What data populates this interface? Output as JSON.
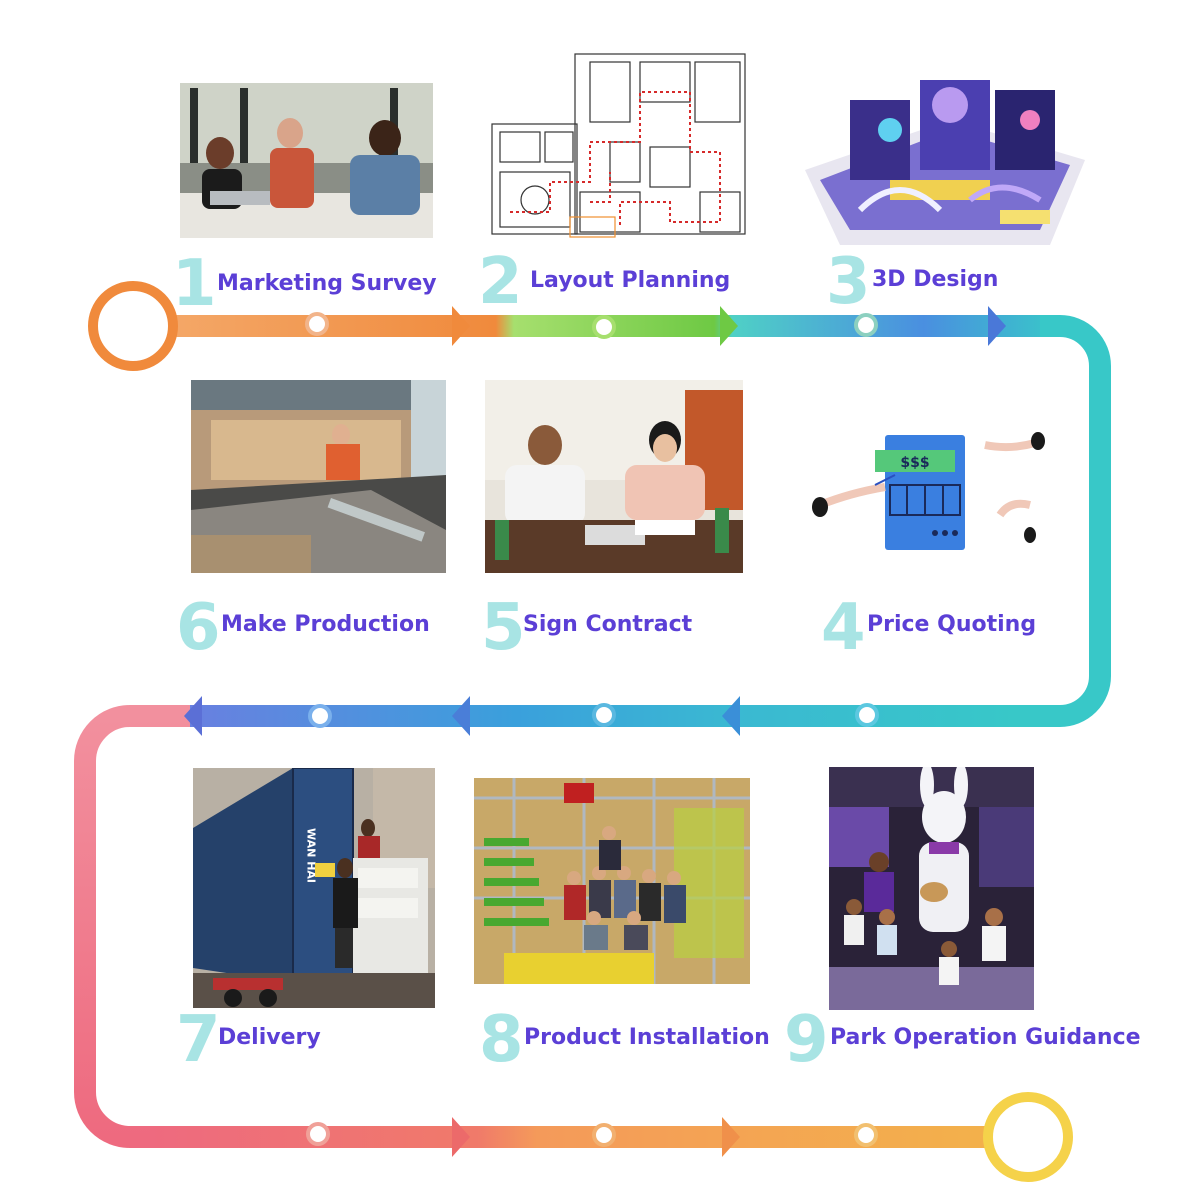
{
  "steps": [
    {
      "number": "1",
      "label": "Marketing  Survey",
      "photo": "meeting-photo"
    },
    {
      "number": "2",
      "label": "Layout Planning",
      "photo": "floor-plan-drawing"
    },
    {
      "number": "3",
      "label": "3D Design",
      "photo": "playground-3d-render"
    },
    {
      "number": "4",
      "label": "Price Quoting",
      "photo": "price-quote-illustration"
    },
    {
      "number": "5",
      "label": "Sign Contract",
      "photo": "contract-signing-photo"
    },
    {
      "number": "6",
      "label": "Make  Production",
      "photo": "factory-production-photo"
    },
    {
      "number": "7",
      "label": "Delivery",
      "photo": "shipping-container-photo"
    },
    {
      "number": "8",
      "label": "Product Installation",
      "photo": "installation-team-photo"
    },
    {
      "number": "9",
      "label": "Park Operation Guidance",
      "photo": "park-operation-photo"
    }
  ],
  "quote_illustration": {
    "price_text": "$$$"
  },
  "container_text": {
    "brand": "WAN HAI"
  },
  "colors": {
    "label": "#5b3fd6",
    "number": "#a8e4e4",
    "track_orange": "#f0954a",
    "track_green": "#7ccf52",
    "track_teal": "#3cc8c8",
    "track_blue": "#5b6fd6",
    "track_pink": "#ee6a7f",
    "start_ring": "#f08a3c",
    "end_ring": "#f5d24a"
  }
}
